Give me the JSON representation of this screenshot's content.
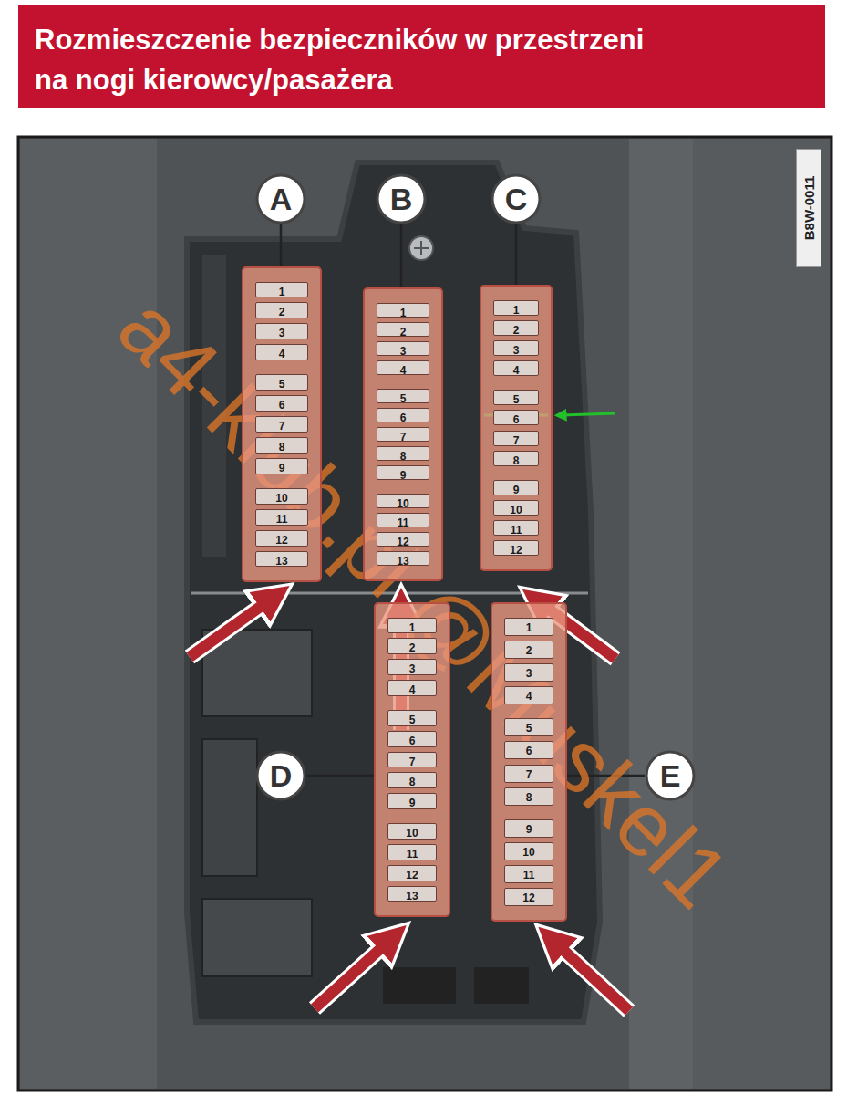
{
  "diagram": {
    "title": "Rozmieszczenie bezpieczników w przestrzeni na nogi kierowcy/pasażera",
    "nodes": [
      {
        "text": [
          "A"
        ]
      },
      {
        "text": [
          "B"
        ]
      },
      {
        "text": [
          "C"
        ]
      },
      {
        "text": [
          "D"
        ]
      },
      {
        "text": [
          "E"
        ]
      },
      {
        "text": []
      },
      {
        "text": []
      },
      {
        "text": []
      },
      {
        "text": []
      },
      {
        "text": []
      },
      {
        "text": [
          "1"
        ],
        "in": 5
      },
      {
        "text": [
          "2"
        ],
        "in": 5
      },
      {
        "text": [
          "3"
        ],
        "in": 5
      },
      {
        "text": [
          "4"
        ],
        "in": 5
      },
      {
        "text": [
          "5"
        ],
        "in": 5
      },
      {
        "text": [
          "6"
        ],
        "in": 5
      },
      {
        "text": [
          "7"
        ],
        "in": 5
      },
      {
        "text": [
          "8"
        ],
        "in": 5
      },
      {
        "text": [
          "9"
        ],
        "in": 5
      },
      {
        "text": [
          "10"
        ],
        "in": 5
      },
      {
        "text": [
          "11"
        ],
        "in": 5
      },
      {
        "text": [
          "12"
        ],
        "in": 5
      },
      {
        "text": [
          "13"
        ],
        "in": 5
      },
      {
        "text": [
          "1"
        ],
        "in": 6
      },
      {
        "text": [
          "2"
        ],
        "in": 6
      },
      {
        "text": [
          "3"
        ],
        "in": 6
      },
      {
        "text": [
          "4"
        ],
        "in": 6
      },
      {
        "text": [
          "5"
        ],
        "in": 6
      },
      {
        "text": [
          "6"
        ],
        "in": 6
      },
      {
        "text": [
          "7"
        ],
        "in": 6
      },
      {
        "text": [
          "8"
        ],
        "in": 6
      },
      {
        "text": [
          "9"
        ],
        "in": 6
      },
      {
        "text": [
          "10"
        ],
        "in": 6
      },
      {
        "text": [
          "11"
        ],
        "in": 6
      },
      {
        "text": [
          "12"
        ],
        "in": 6
      },
      {
        "text": [
          "13"
        ],
        "in": 6
      },
      {
        "text": [
          "1"
        ],
        "in": 7
      },
      {
        "text": [
          "2"
        ],
        "in": 7
      },
      {
        "text": [
          "3"
        ],
        "in": 7
      },
      {
        "text": [
          "4"
        ],
        "in": 7
      },
      {
        "text": [
          "5"
        ],
        "in": 7
      },
      {
        "text": [
          "6"
        ],
        "in": 7
      },
      {
        "text": [
          "7"
        ],
        "in": 7
      },
      {
        "text": [
          "8"
        ],
        "in": 7
      },
      {
        "text": [
          "9"
        ],
        "in": 7
      },
      {
        "text": [
          "10"
        ],
        "in": 7
      },
      {
        "text": [
          "11"
        ],
        "in": 7
      },
      {
        "text": [
          "12"
        ],
        "in": 7
      },
      {
        "text": [
          "1"
        ],
        "in": 8
      },
      {
        "text": [
          "2"
        ],
        "in": 8
      },
      {
        "text": [
          "3"
        ],
        "in": 8
      },
      {
        "text": [
          "4"
        ],
        "in": 8
      },
      {
        "text": [
          "5"
        ],
        "in": 8
      },
      {
        "text": [
          "6"
        ],
        "in": 8
      },
      {
        "text": [
          "7"
        ],
        "in": 8
      },
      {
        "text": [
          "8"
        ],
        "in": 8
      },
      {
        "text": [
          "9"
        ],
        "in": 8
      },
      {
        "text": [
          "10"
        ],
        "in": 8
      },
      {
        "text": [
          "11"
        ],
        "in": 8
      },
      {
        "text": [
          "12"
        ],
        "in": 8
      },
      {
        "text": [
          "13"
        ],
        "in": 8
      },
      {
        "text": [
          "1"
        ],
        "in": 9
      },
      {
        "text": [
          "2"
        ],
        "in": 9
      },
      {
        "text": [
          "3"
        ],
        "in": 9
      },
      {
        "text": [
          "4"
        ],
        "in": 9
      },
      {
        "text": [
          "5"
        ],
        "in": 9
      },
      {
        "text": [
          "6"
        ],
        "in": 9
      },
      {
        "text": [
          "7"
        ],
        "in": 9
      },
      {
        "text": [
          "8"
        ],
        "in": 9
      },
      {
        "text": [
          "9"
        ],
        "in": 9
      },
      {
        "text": [
          "10"
        ],
        "in": 9
      },
      {
        "text": [
          "11"
        ],
        "in": 9
      },
      {
        "text": [
          "12"
        ],
        "in": 9
      }
    ],
    "edges": [
      {
        "from": 0,
        "to": 5,
        "arrow": "none"
      },
      {
        "from": 1,
        "to": 6,
        "arrow": "none"
      },
      {
        "from": 2,
        "to": 7,
        "arrow": "none"
      },
      {
        "from": 3,
        "to": 8,
        "arrow": "none"
      },
      {
        "from": 4,
        "to": 9,
        "arrow": "none"
      }
    ],
    "labels": [
      "B8W-0011",
      "a4-klub.pl @Muskel1"
    ]
  }
}
